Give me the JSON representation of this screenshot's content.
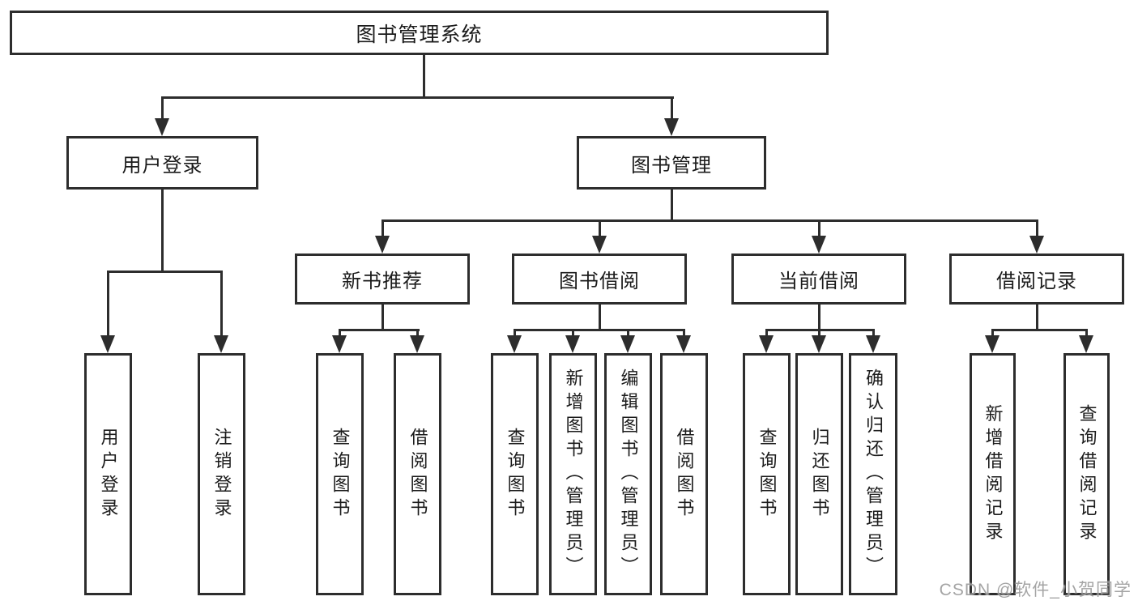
{
  "diagram": {
    "root": "图书管理系统",
    "level2": [
      "用户登录",
      "图书管理"
    ],
    "level3": [
      "新书推荐",
      "图书借阅",
      "当前借阅",
      "借阅记录"
    ],
    "login_children": [
      "用户登录",
      "注销登录"
    ],
    "newbook_children": [
      "查询图书",
      "借阅图书"
    ],
    "borrow_children": [
      "查询图书",
      "新增图书（管理员）",
      "编辑图书（管理员）",
      "借阅图书"
    ],
    "current_children": [
      "查询图书",
      "归还图书",
      "确认归还（管理员）"
    ],
    "record_children": [
      "新增借阅记录",
      "查询借阅记录"
    ]
  },
  "watermark": "CSDN @软件_小贺同学",
  "colors": {
    "line": "#2d2d2d",
    "text": "#1b1b1b",
    "box_fill": "#ffffff",
    "watermark": "#949494",
    "background": "#ffffff"
  }
}
